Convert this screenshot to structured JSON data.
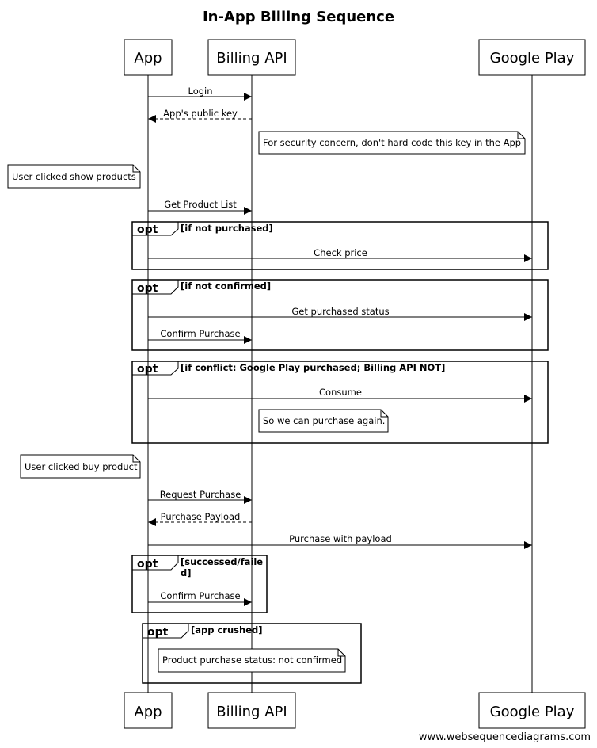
{
  "title": "In-App Billing Sequence",
  "participants": [
    "App",
    "Billing API",
    "Google Play"
  ],
  "messages": [
    {
      "label": "Login",
      "from": 0,
      "to": 1,
      "style": "solid"
    },
    {
      "label": "App's public key",
      "from": 1,
      "to": 0,
      "style": "dashed"
    },
    {
      "label": "Get Product List",
      "from": 0,
      "to": 1,
      "style": "solid"
    },
    {
      "label": "Check price",
      "from": 0,
      "to": 2,
      "style": "solid"
    },
    {
      "label": "Get purchased status",
      "from": 0,
      "to": 2,
      "style": "solid"
    },
    {
      "label": "Confirm Purchase",
      "from": 0,
      "to": 1,
      "style": "solid"
    },
    {
      "label": "Consume",
      "from": 0,
      "to": 2,
      "style": "solid"
    },
    {
      "label": "Request Purchase",
      "from": 0,
      "to": 1,
      "style": "solid"
    },
    {
      "label": "Purchase Payload",
      "from": 1,
      "to": 0,
      "style": "dashed"
    },
    {
      "label": "Purchase with payload",
      "from": 0,
      "to": 2,
      "style": "solid"
    },
    {
      "label": "Confirm Purchase",
      "from": 0,
      "to": 1,
      "style": "solid"
    }
  ],
  "notes": [
    "For security concern, don't hard code this key in the App",
    "User clicked show products",
    "So we can purchase again.",
    "User clicked buy product",
    "Product purchase status: not confirmed"
  ],
  "fragments": [
    {
      "keyword": "opt",
      "condition": "[if not purchased]"
    },
    {
      "keyword": "opt",
      "condition": "[if not confirmed]"
    },
    {
      "keyword": "opt",
      "condition": "[if conflict: Google Play purchased; Billing API NOT]"
    },
    {
      "keyword": "opt",
      "condition_lines": [
        "[successed/faile",
        "d]"
      ]
    },
    {
      "keyword": "opt",
      "condition": "[app crushed]"
    }
  ],
  "footer": "www.websequencediagrams.com"
}
